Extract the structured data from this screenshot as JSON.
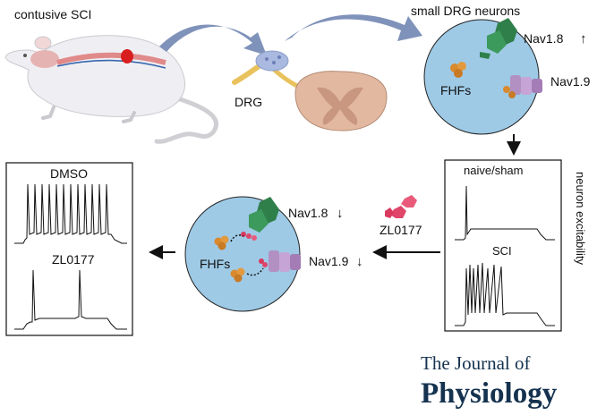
{
  "panels": {
    "injury": {
      "label": "contusive SCI"
    },
    "dorsal_root_ganglion": {
      "label": "DRG"
    },
    "small_neurons": {
      "label": "small DRG neurons",
      "fhf_label": "FHFs",
      "nav18_label": "Nav1.8",
      "nav19_label": "Nav1.9",
      "nav18_change": "up"
    },
    "excitability": {
      "side_label": "neuron excitability",
      "control_label": "naive/sham",
      "sci_label": "SCI"
    },
    "compound": {
      "label": "ZL0177"
    },
    "treated_neuron": {
      "fhf_label": "FHFs",
      "nav18_label": "Nav1.8",
      "nav19_label": "Nav1.9",
      "nav18_change": "down",
      "nav19_change": "down"
    },
    "firing": {
      "vehicle_label": "DMSO",
      "drug_label": "ZL0177"
    }
  },
  "journal": {
    "line1": "The Journal of",
    "line2": "Physiology"
  },
  "colors": {
    "arrow_blue": "#7f92ba",
    "cell_blue": "#9ecae6",
    "channel_green": "#2f7f4b",
    "channel_purple": "#b290c2",
    "fhf_orange": "#d9892e",
    "drug_red": "#e0456a",
    "spinal_tan": "#e2b9a0",
    "journal_navy": "#15324f"
  }
}
